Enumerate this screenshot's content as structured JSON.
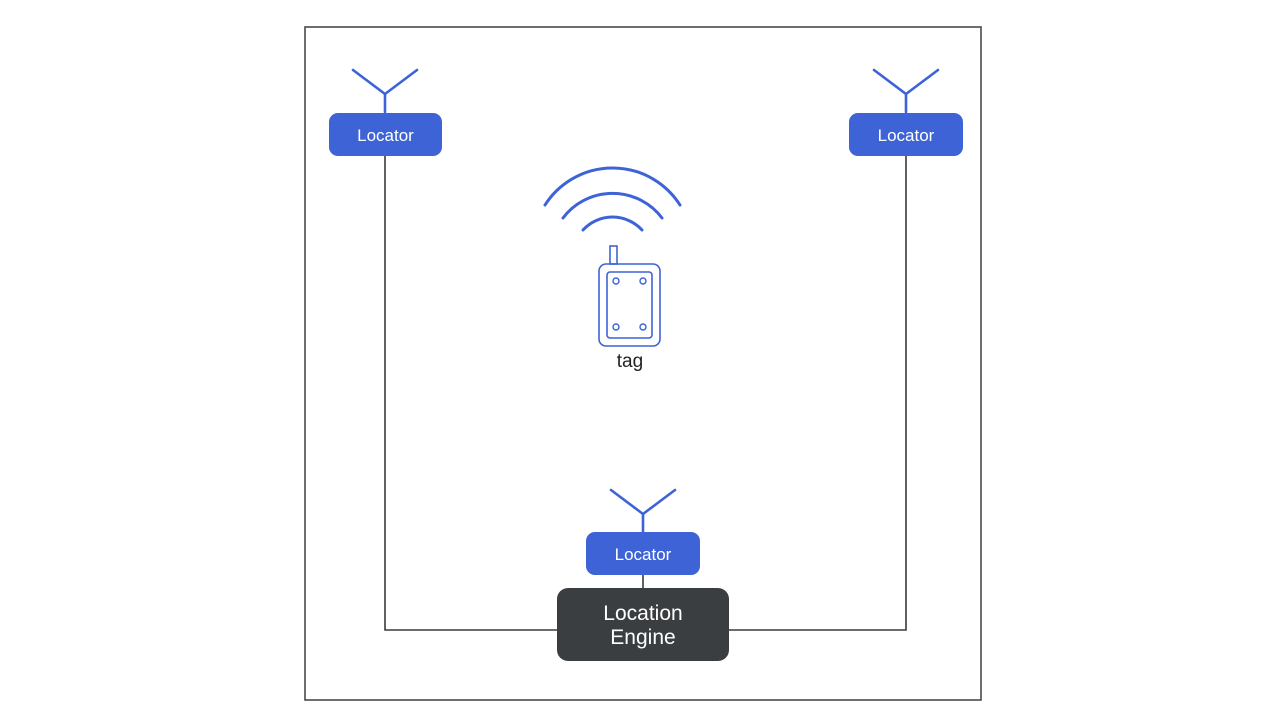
{
  "diagram": {
    "locators": [
      {
        "label": "Locator"
      },
      {
        "label": "Locator"
      },
      {
        "label": "Locator"
      }
    ],
    "engine": {
      "line1": "Location",
      "line2": "Engine"
    },
    "tag": {
      "label": "tag"
    }
  },
  "colors": {
    "locator_blue": "#3d63d6",
    "engine_dark": "#3b3e41",
    "line": "#3a3a3a",
    "background": "#ffffff"
  }
}
